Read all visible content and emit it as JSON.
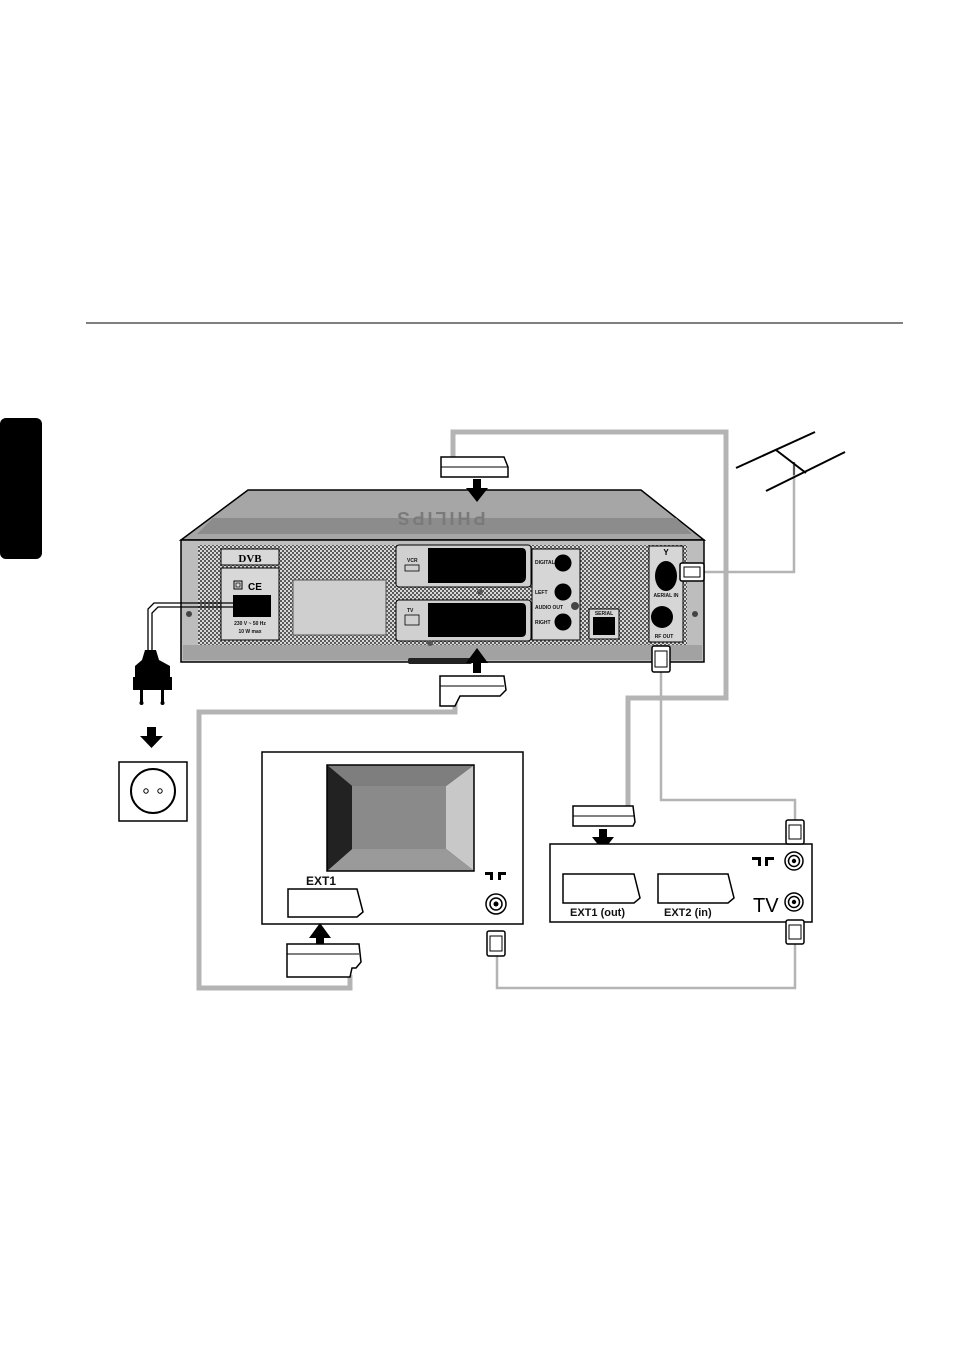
{
  "receiver": {
    "brand": "PHILIPS",
    "logo": "DVB",
    "power_rating_line1": "230 V ~ 50 Hz",
    "power_rating_line2": "10 W max",
    "vcr_label": "VCR",
    "tv_label": "TV",
    "audio_digital": "DIGITAL",
    "audio_left": "LEFT",
    "audio_out": "AUDIO OUT",
    "audio_right": "RIGHT",
    "serial": "SERIAL",
    "aerial_in": "AERIAL IN",
    "rf_out": "RF OUT"
  },
  "vcr": {
    "ext1_label": "EXT1"
  },
  "tv": {
    "ext1_label": "EXT1 (out)",
    "ext2_label": "EXT2 (in)",
    "tv_label": "TV"
  },
  "colors": {
    "cable": "#b4b4b4",
    "receiver_body": "#a8a8a8",
    "dark": "#111111"
  },
  "icons": [
    "scart-plug-icon",
    "arrow-down-icon",
    "arrow-up-icon",
    "antenna-icon",
    "mains-plug-icon",
    "wall-socket-icon",
    "rf-socket-icon"
  ]
}
